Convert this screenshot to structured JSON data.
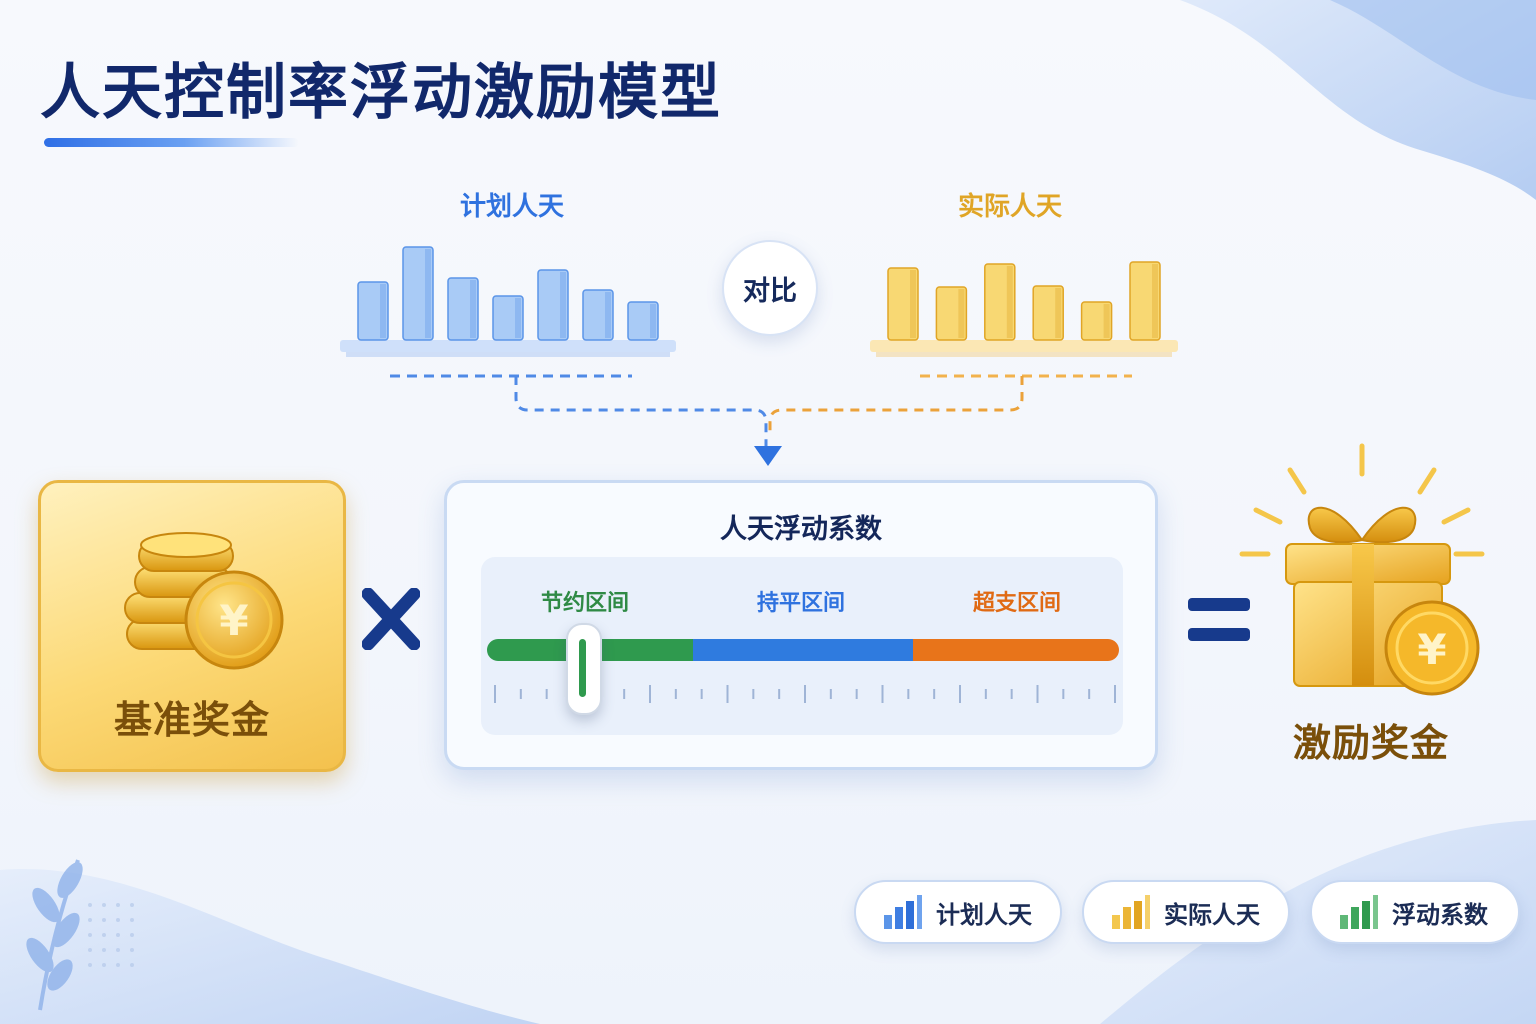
{
  "title": "人天控制率浮动激励模型",
  "planned": {
    "label": "计划人天",
    "color": "#2f72df",
    "bars": [
      0.58,
      0.93,
      0.62,
      0.44,
      0.7,
      0.5,
      0.38
    ]
  },
  "actual": {
    "label": "实际人天",
    "color": "#e0a526",
    "bars": [
      0.72,
      0.53,
      0.76,
      0.54,
      0.38,
      0.78
    ]
  },
  "compare": "对比",
  "base_bonus": "基准奖金",
  "operator_multiply": "×",
  "operator_equals": "=",
  "coefficient": {
    "title": "人天浮动系数",
    "zones": [
      {
        "label": "节约区间",
        "color": "#2f9a4e"
      },
      {
        "label": "持平区间",
        "color": "#2f7bdf"
      },
      {
        "label": "超支区间",
        "color": "#e8741a"
      }
    ],
    "slider_position": 0.15
  },
  "reward": "激励奖金",
  "coin_symbol": "¥",
  "legend": [
    {
      "label": "计划人天",
      "icon": "blue-bar-chart-icon"
    },
    {
      "label": "实际人天",
      "icon": "gold-bar-chart-icon"
    },
    {
      "label": "浮动系数",
      "icon": "green-bar-chart-icon"
    }
  ]
}
